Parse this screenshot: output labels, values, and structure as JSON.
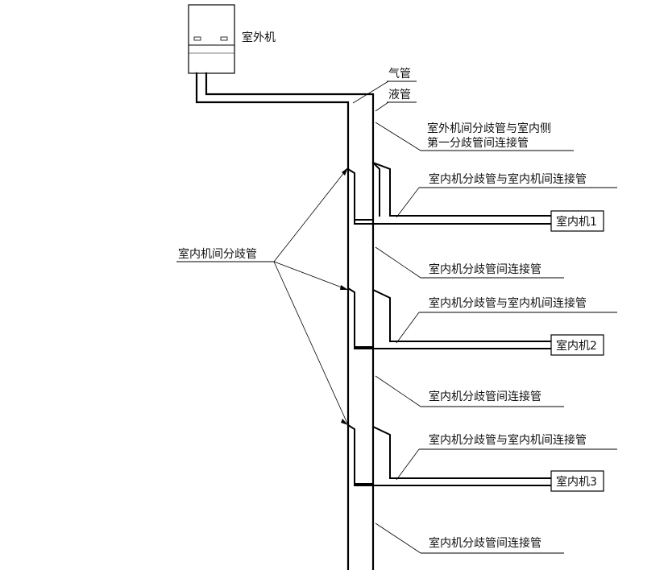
{
  "outdoor_unit": {
    "label": "室外机"
  },
  "pipes": {
    "gas_label": "气管",
    "liquid_label": "液管"
  },
  "main_connect_label": [
    "室外机间分歧管与室内侧",
    "第一分歧管间连接管"
  ],
  "branch_pipe_label": "室内机间分歧管",
  "indoor_units": [
    {
      "label": "室内机1",
      "connect_label": "室内机分歧管与室内机间连接管",
      "between_label": "室内机分歧管间连接管"
    },
    {
      "label": "室内机2",
      "connect_label": "室内机分歧管与室内机间连接管",
      "between_label": "室内机分歧管间连接管"
    },
    {
      "label": "室内机3",
      "connect_label": "室内机分歧管与室内机间连接管",
      "between_label": "室内机分歧管间连接管"
    }
  ]
}
